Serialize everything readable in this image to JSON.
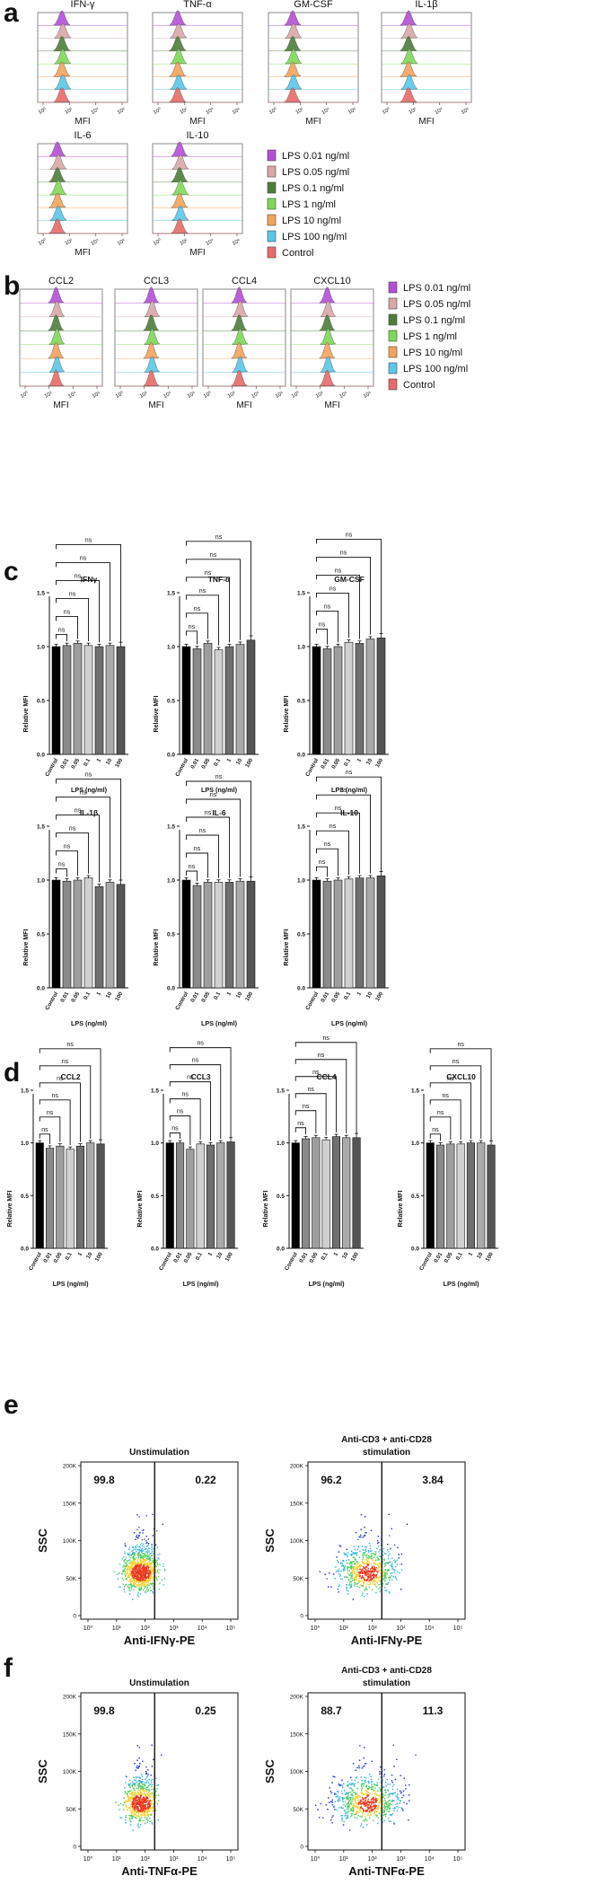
{
  "panel_letters": [
    "a",
    "b",
    "c",
    "d",
    "e",
    "f"
  ],
  "lps_legend": [
    {
      "label": "LPS 0.01 ng/ml",
      "color": "#b34fd6"
    },
    {
      "label": "LPS 0.05 ng/ml",
      "color": "#d9a8a8"
    },
    {
      "label": "LPS 0.1  ng/ml",
      "color": "#4e7d3a"
    },
    {
      "label": "LPS 1    ng/ml",
      "color": "#7ed957"
    },
    {
      "label": "LPS 10   ng/ml",
      "color": "#f4a35a"
    },
    {
      "label": "LPS 100  ng/ml",
      "color": "#58c8e8"
    },
    {
      "label": "Control",
      "color": "#e86a6a"
    }
  ],
  "panel_a": {
    "titles": [
      "IFN-γ",
      "TNF-α",
      "GM-CSF",
      "IL-1β",
      "IL-6",
      "IL-10"
    ],
    "xlabel": "MFI",
    "ticks": [
      "10⁰",
      "10²",
      "10⁴",
      "10⁶"
    ]
  },
  "panel_b": {
    "titles": [
      "CCL2",
      "CCL3",
      "CCL4",
      "CXCL10"
    ],
    "xlabel": "MFI",
    "ticks": [
      "10⁰",
      "10²",
      "10⁴",
      "10⁶"
    ]
  },
  "bar_common": {
    "ylabel": "Relative MFI",
    "xlabel": "LPS (ng/ml)",
    "yticks": [
      "0.0",
      "0.5",
      "1.0",
      "1.5"
    ],
    "ns": "ns",
    "categories": [
      "Control",
      "0.01",
      "0.05",
      "0.1",
      "1",
      "10",
      "100"
    ],
    "colors": [
      "#000000",
      "#8a8a8a",
      "#9e9e9e",
      "#d0d0d0",
      "#6f6f6f",
      "#aaaaaa",
      "#555555"
    ]
  },
  "chart_data": [
    {
      "type": "bar",
      "title": "IFNγ",
      "categories": [
        "Control",
        "0.01",
        "0.05",
        "0.1",
        "1",
        "10",
        "100"
      ],
      "values": [
        1.0,
        1.01,
        1.03,
        1.01,
        1.0,
        1.01,
        1.0
      ],
      "ylim": [
        0,
        1.5
      ]
    },
    {
      "type": "bar",
      "title": "TNF-α",
      "categories": [
        "Control",
        "0.01",
        "0.05",
        "0.1",
        "1",
        "10",
        "100"
      ],
      "values": [
        1.0,
        0.98,
        1.03,
        0.97,
        1.0,
        1.02,
        1.06
      ],
      "ylim": [
        0,
        1.5
      ]
    },
    {
      "type": "bar",
      "title": "GM-CSF",
      "categories": [
        "Control",
        "0.01",
        "0.05",
        "0.1",
        "1",
        "10",
        "100"
      ],
      "values": [
        1.0,
        0.98,
        1.0,
        1.04,
        1.03,
        1.07,
        1.08
      ],
      "ylim": [
        0,
        1.5
      ]
    },
    {
      "type": "bar",
      "title": "IL-1β",
      "categories": [
        "Control",
        "0.01",
        "0.05",
        "0.1",
        "1",
        "10",
        "100"
      ],
      "values": [
        1.0,
        0.99,
        1.0,
        1.02,
        0.94,
        0.98,
        0.96
      ],
      "ylim": [
        0,
        1.5
      ]
    },
    {
      "type": "bar",
      "title": "IL-6",
      "categories": [
        "Control",
        "0.01",
        "0.05",
        "0.1",
        "1",
        "10",
        "100"
      ],
      "values": [
        1.0,
        0.95,
        0.98,
        0.98,
        0.98,
        0.99,
        0.99
      ],
      "ylim": [
        0,
        1.5
      ]
    },
    {
      "type": "bar",
      "title": "IL-10",
      "categories": [
        "Control",
        "0.01",
        "0.05",
        "0.1",
        "1",
        "10",
        "100"
      ],
      "values": [
        1.0,
        0.99,
        1.0,
        1.01,
        1.02,
        1.02,
        1.04
      ],
      "ylim": [
        0,
        1.5
      ]
    },
    {
      "type": "bar",
      "title": "CCL2",
      "categories": [
        "Control",
        "0.01",
        "0.05",
        "0.1",
        "1",
        "10",
        "100"
      ],
      "values": [
        1.0,
        0.95,
        0.97,
        0.94,
        0.97,
        1.0,
        0.99
      ],
      "ylim": [
        0,
        1.5
      ]
    },
    {
      "type": "bar",
      "title": "CCL3",
      "categories": [
        "Control",
        "0.01",
        "0.05",
        "0.1",
        "1",
        "10",
        "100"
      ],
      "values": [
        1.0,
        1.0,
        0.94,
        0.99,
        0.98,
        1.0,
        1.01
      ],
      "ylim": [
        0,
        1.5
      ]
    },
    {
      "type": "bar",
      "title": "CCL4",
      "categories": [
        "Control",
        "0.01",
        "0.05",
        "0.1",
        "1",
        "10",
        "100"
      ],
      "values": [
        1.0,
        1.04,
        1.05,
        1.03,
        1.06,
        1.05,
        1.05
      ],
      "ylim": [
        0,
        1.5
      ]
    },
    {
      "type": "bar",
      "title": "CXCL10",
      "categories": [
        "Control",
        "0.01",
        "0.05",
        "0.1",
        "1",
        "10",
        "100"
      ],
      "values": [
        1.0,
        0.98,
        0.99,
        0.99,
        1.0,
        1.0,
        0.98
      ],
      "ylim": [
        0,
        1.5
      ]
    }
  ],
  "flow": {
    "ylabel": "SSC",
    "yticks": [
      "0",
      "50K",
      "100K",
      "150K",
      "200K"
    ],
    "xticks": [
      "10⁰",
      "10¹",
      "10²",
      "10³",
      "10⁴",
      "10⁵"
    ],
    "plots": [
      {
        "title": "Unstimulation",
        "title2": "",
        "left_pct": "99.8",
        "right_pct": "0.22",
        "xlabel": "Anti-IFNγ-PE"
      },
      {
        "title": "Anti-CD3 + anti-CD28",
        "title2": "stimulation",
        "left_pct": "96.2",
        "right_pct": "3.84",
        "xlabel": "Anti-IFNγ-PE"
      },
      {
        "title": "Unstimulation",
        "title2": "",
        "left_pct": "99.8",
        "right_pct": "0.25",
        "xlabel": "Anti-TNFα-PE"
      },
      {
        "title": "Anti-CD3 + anti-CD28",
        "title2": "stimulation",
        "left_pct": "88.7",
        "right_pct": "11.3",
        "xlabel": "Anti-TNFα-PE"
      }
    ]
  }
}
